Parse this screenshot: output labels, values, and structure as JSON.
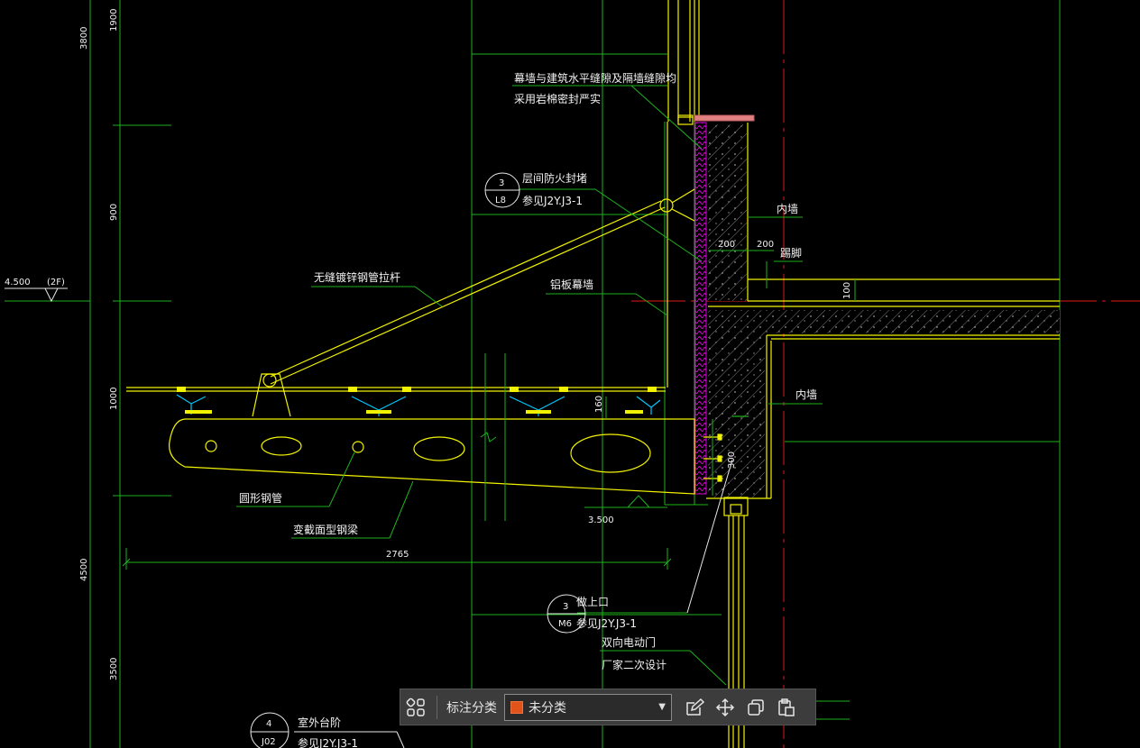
{
  "drawing": {
    "annotations": {
      "gap_seal_line1": "幕墙与建筑水平缝隙及隔墙缝隙均",
      "gap_seal_line2": "采用岩棉密封严实",
      "firestop": "层间防火封堵",
      "firestop_ref": "参见J2Y.J3-1",
      "firestop_tag_num": "3",
      "firestop_tag_sheet": "L8",
      "inner_wall_top": "内墙",
      "skirting": "踢脚",
      "tie_rod": "无缝镀锌钢管拉杆",
      "aluminum_wall": "铝板幕墙",
      "inner_wall_mid": "内墙",
      "round_pipe": "圆形钢管",
      "tapered_beam": "变截面型钢梁",
      "door_header": "做上口",
      "door_header_ref": "参见J2Y.J3-1",
      "door_tag_num": "3",
      "door_tag_sheet": "M6",
      "auto_door": "双向电动门",
      "vendor": "厂家二次设计",
      "steps": "室外台阶",
      "steps_ref": "参见J2Y.J3-1",
      "steps_tag_num": "4",
      "steps_tag_sheet": "J02"
    },
    "dims": {
      "d3800": "3800",
      "d1900": "1900",
      "d900": "900",
      "d1000": "1000",
      "d4500": "4500",
      "d3500": "3500",
      "d200a": "200",
      "d200b": "200",
      "d100": "100",
      "d160": "160",
      "d300": "300",
      "d2765": "2765",
      "elev_floor": "4.500",
      "elev_floor_tag": "(2F)",
      "elev_canopy": "3.500"
    }
  },
  "toolbar": {
    "label": "标注分类",
    "selected": "未分类",
    "selected_color": "#e0541a"
  }
}
